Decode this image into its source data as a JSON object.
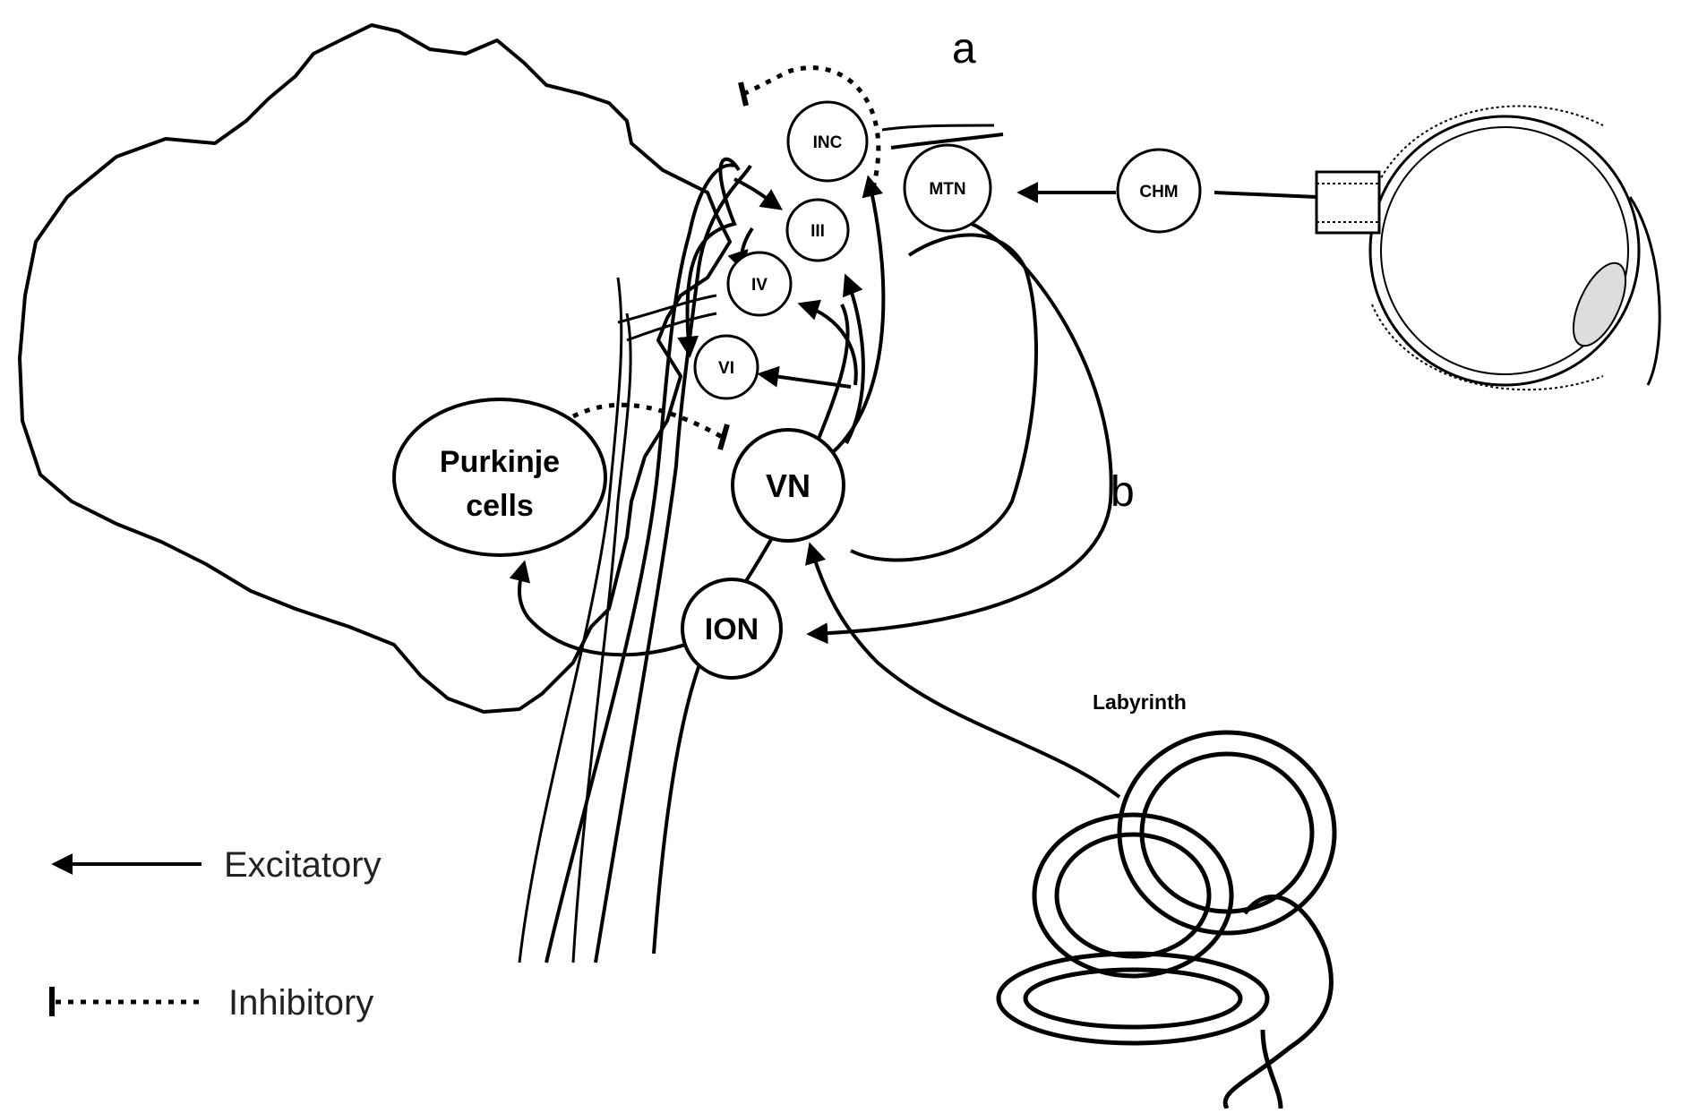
{
  "nodes": {
    "inc": "INC",
    "mtn": "MTN",
    "chm": "CHM",
    "iii": "III",
    "iv": "IV",
    "vi": "VI",
    "vn": "VN",
    "ion": "ION",
    "purkinje_line1": "Purkinje",
    "purkinje_line2": "cells"
  },
  "labels": {
    "a": "a",
    "b": "b",
    "labyrinth": "Labyrinth"
  },
  "legend": {
    "excitatory": "Excitatory",
    "inhibitory": "Inhibitory"
  },
  "icons": [
    "eye-icon",
    "labyrinth-icon",
    "cerebellum-outline",
    "brainstem-outline"
  ]
}
